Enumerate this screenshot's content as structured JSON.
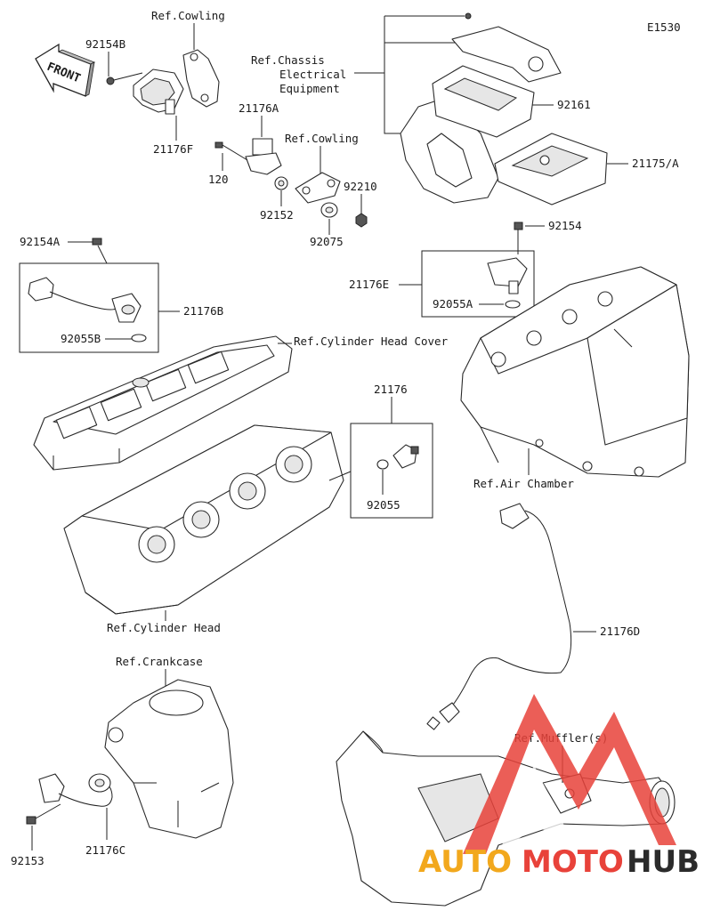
{
  "diagram": {
    "code": "E1530",
    "front_label": "FRONT",
    "labels": {
      "ref_cowling_1": "Ref.Cowling",
      "p92154B": "92154B",
      "p21176F": "21176F",
      "ref_chassis_1": "Ref.Chassis",
      "ref_chassis_2": "Electrical",
      "ref_chassis_3": "Equipment",
      "p92161": "92161",
      "p21175A": "21175/A",
      "p21176A": "21176A",
      "ref_cowling_2": "Ref.Cowling",
      "p120": "120",
      "p92152": "92152",
      "p92210": "92210",
      "p92075": "92075",
      "p92154A": "92154A",
      "p21176B": "21176B",
      "p92055B": "92055B",
      "ref_head_cover": "Ref.Cylinder Head Cover",
      "p92154": "92154",
      "p21176E": "21176E",
      "p92055A": "92055A",
      "ref_air_chamber": "Ref.Air Chamber",
      "p21176": "21176",
      "p92055": "92055",
      "ref_cyl_head": "Ref.Cylinder Head",
      "p21176D": "21176D",
      "ref_crankcase": "Ref.Crankcase",
      "ref_muffler": "Ref.Muffler(s)",
      "p92153": "92153",
      "p21176C": "21176C"
    },
    "watermark": {
      "part1": "AUTO",
      "part2": "MOTO",
      "part3": "HUB"
    },
    "colors": {
      "line": "#222222",
      "watermark_red": "#e8423a",
      "watermark_yellow": "#f2a81d",
      "watermark_dark": "#2b2b2b"
    }
  }
}
